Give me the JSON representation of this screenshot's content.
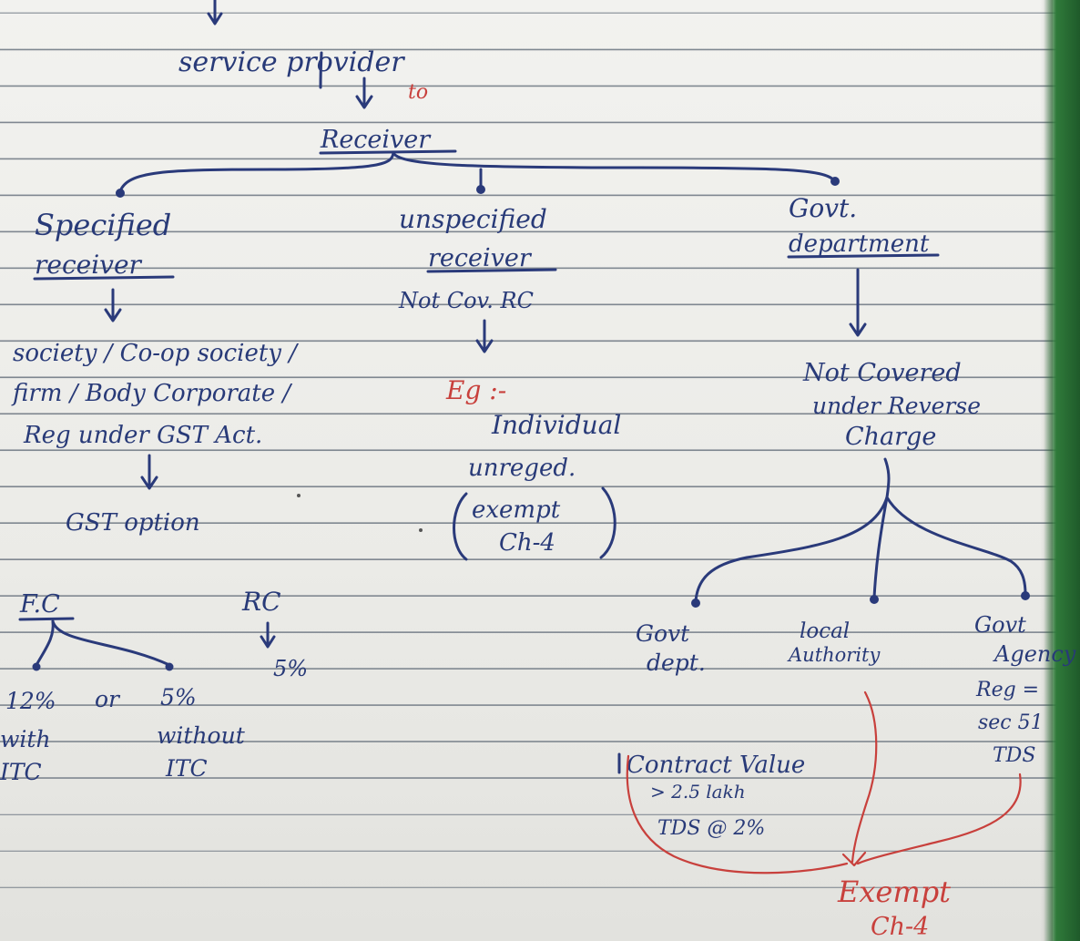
{
  "root": {
    "line1": "service provider",
    "connector": "to",
    "line2": "Receiver"
  },
  "specified": {
    "title_1": "Specified",
    "title_2": "receiver",
    "desc_1": "society / Co-op society /",
    "desc_2": "firm / Body Corporate /",
    "desc_3": "Reg under GST Act.",
    "option": "GST option",
    "fc": {
      "label": "F.C",
      "left_rate": "12%",
      "or": "or",
      "right_rate": "5%",
      "left_note_1": "with",
      "left_note_2": "ITC",
      "right_note_1": "without",
      "right_note_2": "ITC"
    },
    "rc": {
      "label": "RC",
      "rate": "5%"
    }
  },
  "unspecified": {
    "title_1": "unspecified",
    "title_2": "receiver",
    "note": "Not Cov. RC",
    "eg": "Eg :-",
    "example_1": "Individual",
    "example_2": "unreged.",
    "exempt_1": "exempt",
    "exempt_2": "Ch-4"
  },
  "govt": {
    "title_1": "Govt.",
    "title_2": "department",
    "not_covered_1": "Not Covered",
    "not_covered_2": "under Reverse",
    "not_covered_3": "Charge",
    "branches": [
      {
        "line1": "Govt",
        "line2": "dept."
      },
      {
        "line1": "local",
        "line2": "Authority"
      },
      {
        "line1": "Govt",
        "line2": "Agency"
      }
    ],
    "agency_note_1": "Reg =",
    "agency_note_2": "sec 51",
    "agency_note_3": "TDS",
    "contract_1": "Contract Value",
    "contract_2": "> 2.5 lakh",
    "contract_3": "TDS @ 2%",
    "exempt_1": "Exempt",
    "exempt_2": "Ch-4"
  }
}
